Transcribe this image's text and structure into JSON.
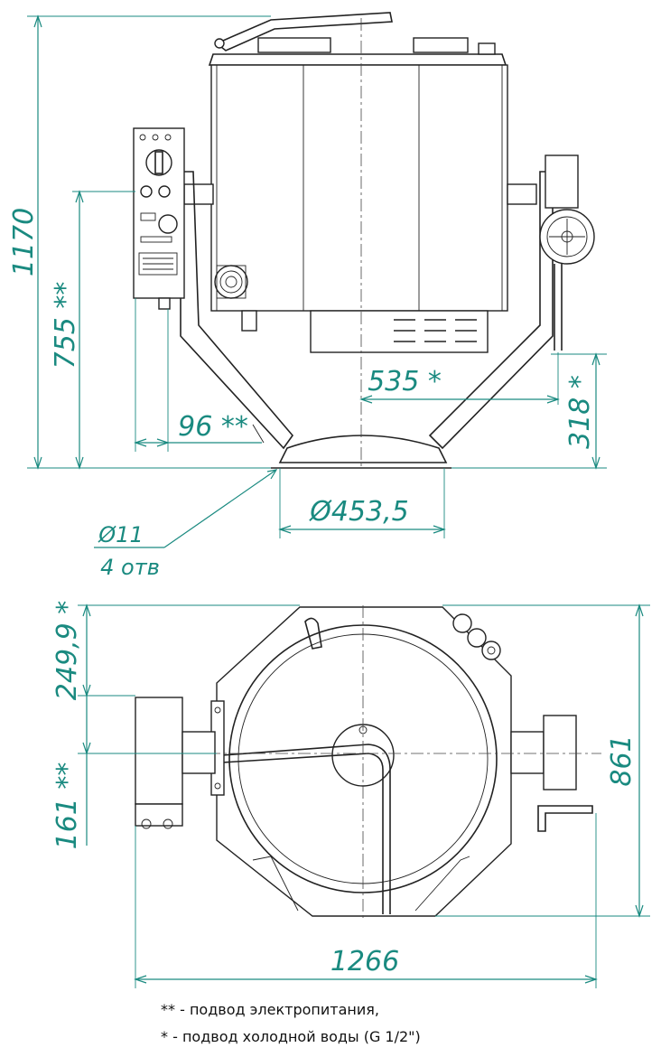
{
  "dims": {
    "height": "1170",
    "height_elec": "755 **",
    "water_offset": "535 *",
    "water_height": "318 *",
    "elec_offset": "96 **",
    "base_diameter": "Ø453,5",
    "hole_diameter": "Ø11",
    "hole_count": "4 отв",
    "top_offset": "249,9 *",
    "elec_top_offset": "161 **",
    "depth": "861",
    "width": "1266"
  },
  "legend": {
    "elec": "** - подвод электропитания,",
    "water": "* - подвод холодной воды (G 1/2\")"
  },
  "colors": {
    "dimension": "#1a8a80",
    "drawing": "#222222"
  }
}
